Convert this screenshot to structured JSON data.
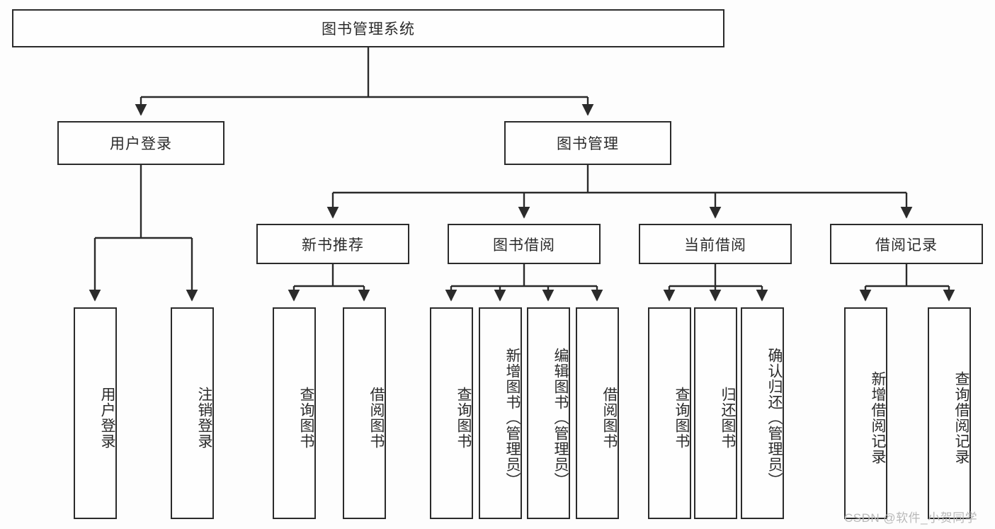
{
  "diagram": {
    "type": "tree",
    "title": "图书管理系统",
    "background": "#fdfdfd",
    "stroke": "#2b2b2b",
    "text_color": "#2b2b2b",
    "root": {
      "label": "图书管理系统"
    },
    "level2": [
      {
        "label": "用户登录"
      },
      {
        "label": "图书管理"
      }
    ],
    "level3": [
      {
        "label": "新书推荐"
      },
      {
        "label": "图书借阅"
      },
      {
        "label": "当前借阅"
      },
      {
        "label": "借阅记录"
      }
    ],
    "leaves": {
      "user_login": [
        {
          "label": "用户登录"
        },
        {
          "label": "注销登录"
        }
      ],
      "new_book_recommend": [
        {
          "label": "查询图书"
        },
        {
          "label": "借阅图书"
        }
      ],
      "book_borrow": [
        {
          "label": "查询图书"
        },
        {
          "label": "新增图书（管理员）"
        },
        {
          "label": "编辑图书（管理员）"
        },
        {
          "label": "借阅图书"
        }
      ],
      "current_borrow": [
        {
          "label": "查询图书"
        },
        {
          "label": "归还图书"
        },
        {
          "label": "确认归还（管理员）"
        }
      ],
      "borrow_record": [
        {
          "label": "新增借阅记录"
        },
        {
          "label": "查询借阅记录"
        }
      ]
    }
  },
  "watermark": {
    "text": "CSDN @软件_小贺同学",
    "color": "#b9b9b9"
  }
}
